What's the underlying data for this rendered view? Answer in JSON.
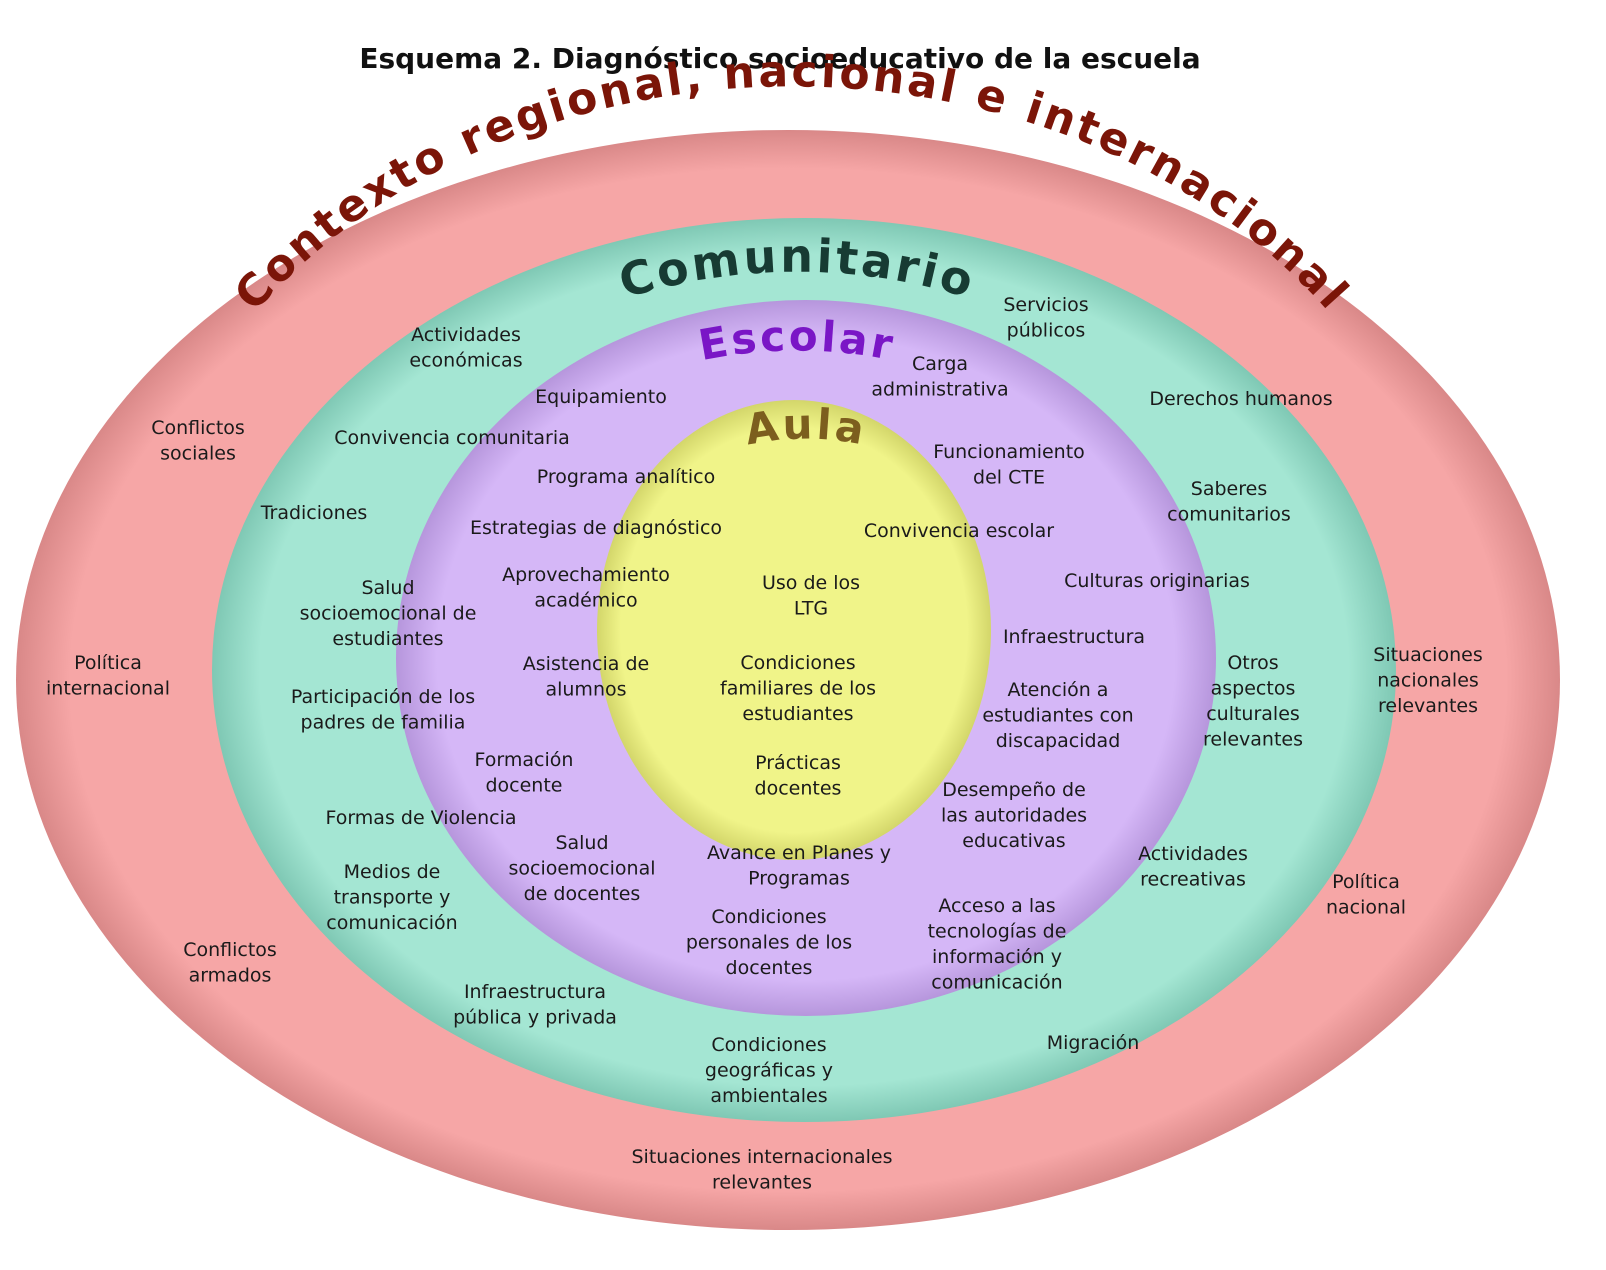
{
  "title": "Esquema 2. Diagnóstico socioeducativo de la escuela",
  "colors": {
    "contexto_fill": "#f6a6a6",
    "comunitario_fill": "#a4e6d3",
    "escolar_fill": "#d5b7f7",
    "aula_fill": "#f0f489",
    "contexto_label": "#7b1508",
    "comunitario_label": "#173b33",
    "escolar_label": "#7a16c6",
    "aula_label": "#7c5e1e"
  },
  "rings": {
    "contexto": {
      "label": "Contexto regional, nacional e internacional",
      "items": [
        [
          "Conflictos",
          "sociales"
        ],
        [
          "Política",
          "internacional"
        ],
        [
          "Conflictos",
          "armados"
        ],
        [
          "Situaciones internacionales",
          "relevantes"
        ],
        [
          "Política",
          "nacional"
        ],
        [
          "Situaciones",
          "nacionales",
          "relevantes"
        ]
      ]
    },
    "comunitario": {
      "label": "Comunitario",
      "items": [
        [
          "Actividades",
          "económicas"
        ],
        [
          "Servicios",
          "públicos"
        ],
        [
          "Derechos humanos"
        ],
        [
          "Convivencia comunitaria"
        ],
        [
          "Tradiciones"
        ],
        [
          "Saberes",
          "comunitarios"
        ],
        [
          "Culturas originarias"
        ],
        [
          "Salud",
          "socioemocional de",
          "estudiantes"
        ],
        [
          "Otros",
          "aspectos",
          "culturales",
          "relevantes"
        ],
        [
          "Participación de los",
          "padres de familia"
        ],
        [
          "Formas de Violencia"
        ],
        [
          "Medios de",
          "transporte y",
          "comunicación"
        ],
        [
          "Actividades",
          "recreativas"
        ],
        [
          "Infraestructura",
          "pública y privada"
        ],
        [
          "Condiciones",
          "geográficas y",
          "ambientales"
        ],
        [
          "Migración"
        ]
      ]
    },
    "escolar": {
      "label": "Escolar",
      "items": [
        [
          "Equipamiento"
        ],
        [
          "Carga",
          "administrativa"
        ],
        [
          "Programa analítico"
        ],
        [
          "Funcionamiento",
          "del CTE"
        ],
        [
          "Estrategias de diagnóstico"
        ],
        [
          "Convivencia escolar"
        ],
        [
          "Aprovechamiento",
          "académico"
        ],
        [
          "Infraestructura"
        ],
        [
          "Asistencia de",
          "alumnos"
        ],
        [
          "Atención a",
          "estudiantes con",
          "discapacidad"
        ],
        [
          "Formación",
          "docente"
        ],
        [
          "Desempeño de",
          "las autoridades",
          "educativas"
        ],
        [
          "Salud",
          "socioemocional",
          "de docentes"
        ],
        [
          "Avance en Planes y",
          "Programas"
        ],
        [
          "Condiciones",
          "personales de los",
          "docentes"
        ],
        [
          "Acceso a las",
          "tecnologías de",
          "información y",
          "comunicación"
        ]
      ]
    },
    "aula": {
      "label": "Aula",
      "items": [
        [
          "Uso de los",
          "LTG"
        ],
        [
          "Condiciones",
          "familiares de los",
          "estudiantes"
        ],
        [
          "Prácticas",
          "docentes"
        ]
      ]
    }
  }
}
